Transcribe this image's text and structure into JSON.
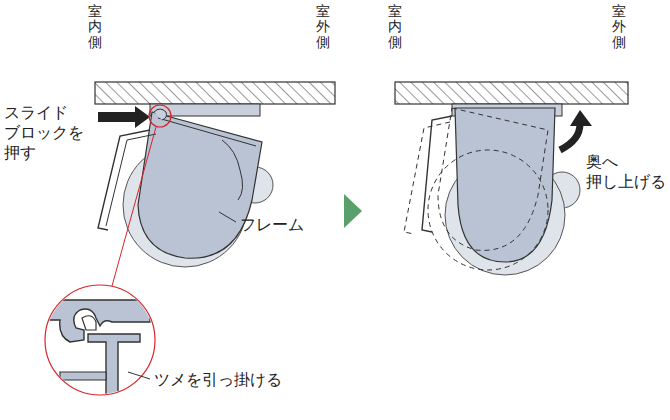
{
  "diagram": {
    "labels": [
      "室内側",
      "室外側",
      "スライド ブロックを 押す",
      "フレーム",
      "ツメを引っ掛ける",
      "室内側",
      "室外側",
      "奥へ 押し上げる"
    ]
  }
}
